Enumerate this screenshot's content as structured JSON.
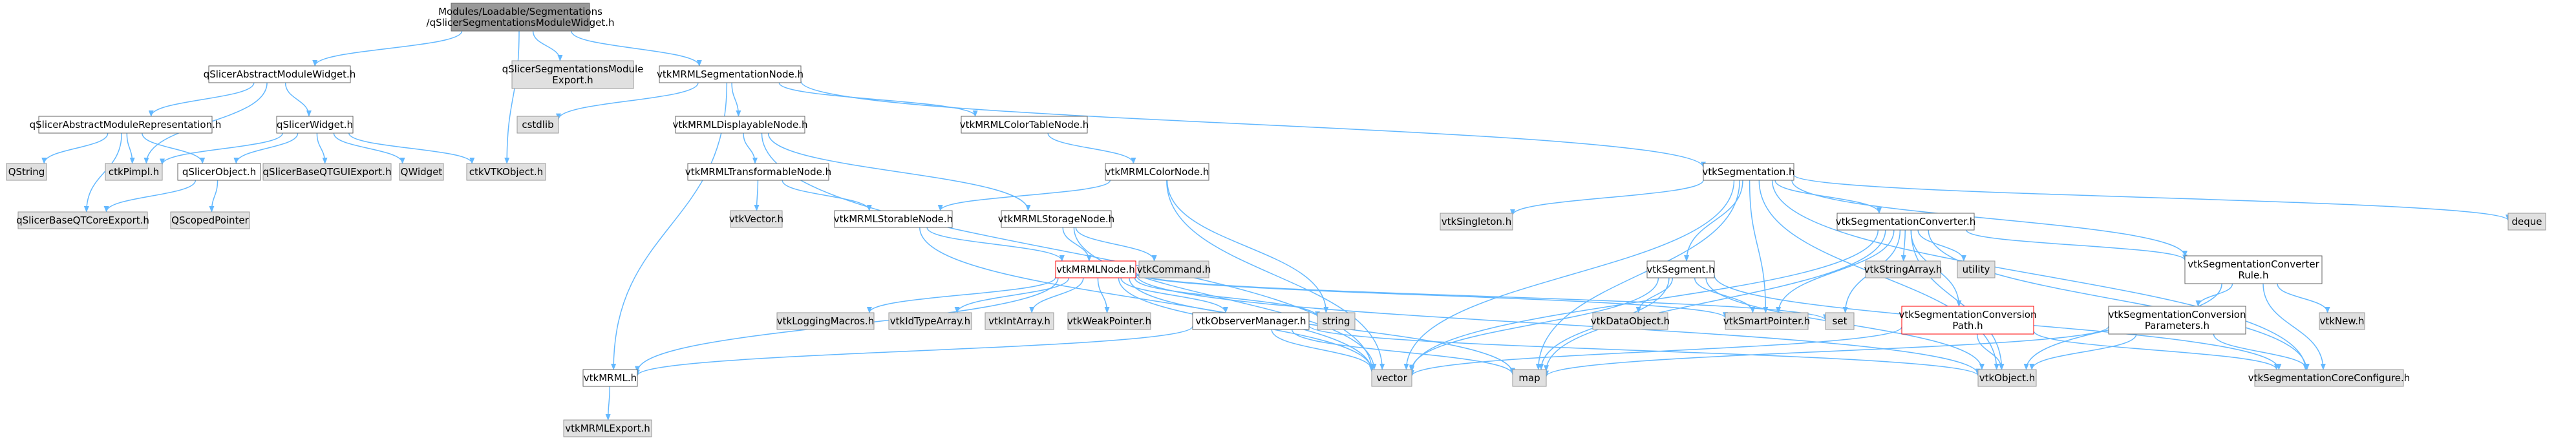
{
  "colors": {
    "root_fill": "#999999",
    "root_stroke": "#666666",
    "node_fill": "#ffffff",
    "node_stroke": "#666666",
    "ext_fill": "#e0e0e0",
    "ext_stroke": "#999999",
    "highlight_stroke": "#ff0000",
    "edge": "#63b8ff"
  },
  "nodes": [
    {
      "id": "root",
      "lines": [
        "Modules/Loadable/Segmentations",
        "/qSlicerSegmentationsModuleWidget.h"
      ],
      "style": "root"
    },
    {
      "id": "qSlicerAbstractModuleWidget",
      "lines": [
        "qSlicerAbstractModuleWidget.h"
      ],
      "style": "node"
    },
    {
      "id": "qSlicerSegmentationsModuleExport",
      "lines": [
        "qSlicerSegmentationsModule",
        "Export.h"
      ],
      "style": "ext"
    },
    {
      "id": "vtkMRMLSegmentationNode",
      "lines": [
        "vtkMRMLSegmentationNode.h"
      ],
      "style": "node"
    },
    {
      "id": "qSlicerAbstractModuleRepresentation",
      "lines": [
        "qSlicerAbstractModuleRepresentation.h"
      ],
      "style": "node"
    },
    {
      "id": "qSlicerWidget",
      "lines": [
        "qSlicerWidget.h"
      ],
      "style": "node"
    },
    {
      "id": "cstdlib",
      "lines": [
        "cstdlib"
      ],
      "style": "ext"
    },
    {
      "id": "vtkMRMLDisplayableNode",
      "lines": [
        "vtkMRMLDisplayableNode.h"
      ],
      "style": "node"
    },
    {
      "id": "vtkMRMLColorTableNode",
      "lines": [
        "vtkMRMLColorTableNode.h"
      ],
      "style": "node"
    },
    {
      "id": "vtkSegmentation",
      "lines": [
        "vtkSegmentation.h"
      ],
      "style": "node"
    },
    {
      "id": "deque",
      "lines": [
        "deque"
      ],
      "style": "ext"
    },
    {
      "id": "QString",
      "lines": [
        "QString"
      ],
      "style": "ext"
    },
    {
      "id": "ctkPimpl",
      "lines": [
        "ctkPimpl.h"
      ],
      "style": "ext"
    },
    {
      "id": "qSlicerObject",
      "lines": [
        "qSlicerObject.h"
      ],
      "style": "node"
    },
    {
      "id": "qSlicerBaseQTGUIExport",
      "lines": [
        "qSlicerBaseQTGUIExport.h"
      ],
      "style": "ext"
    },
    {
      "id": "QWidget",
      "lines": [
        "QWidget"
      ],
      "style": "ext"
    },
    {
      "id": "ctkVTKObject",
      "lines": [
        "ctkVTKObject.h"
      ],
      "style": "ext"
    },
    {
      "id": "vtkMRMLTransformableNode",
      "lines": [
        "vtkMRMLTransformableNode.h"
      ],
      "style": "node"
    },
    {
      "id": "vtkMRMLColorNode",
      "lines": [
        "vtkMRMLColorNode.h"
      ],
      "style": "node"
    },
    {
      "id": "vtkSingleton",
      "lines": [
        "vtkSingleton.h"
      ],
      "style": "ext"
    },
    {
      "id": "vtkSegmentationConverter",
      "lines": [
        "vtkSegmentationConverter.h"
      ],
      "style": "node"
    },
    {
      "id": "qSlicerBaseQTCoreExport",
      "lines": [
        "qSlicerBaseQTCoreExport.h"
      ],
      "style": "ext"
    },
    {
      "id": "QScopedPointer",
      "lines": [
        "QScopedPointer"
      ],
      "style": "ext"
    },
    {
      "id": "vtkVector",
      "lines": [
        "vtkVector.h"
      ],
      "style": "ext"
    },
    {
      "id": "vtkMRMLStorableNode",
      "lines": [
        "vtkMRMLStorableNode.h"
      ],
      "style": "node"
    },
    {
      "id": "vtkMRMLStorageNode",
      "lines": [
        "vtkMRMLStorageNode.h"
      ],
      "style": "node"
    },
    {
      "id": "vtkStringArray",
      "lines": [
        "vtkStringArray.h"
      ],
      "style": "ext"
    },
    {
      "id": "utility",
      "lines": [
        "utility"
      ],
      "style": "ext"
    },
    {
      "id": "vtkSegmentationConverterRule",
      "lines": [
        "vtkSegmentationConverter",
        "Rule.h"
      ],
      "style": "node"
    },
    {
      "id": "vtkMRMLNode",
      "lines": [
        "vtkMRMLNode.h"
      ],
      "style": "highlight"
    },
    {
      "id": "vtkCommand",
      "lines": [
        "vtkCommand.h"
      ],
      "style": "ext"
    },
    {
      "id": "vtkSegment",
      "lines": [
        "vtkSegment.h"
      ],
      "style": "node"
    },
    {
      "id": "vtkSegmentationConversionPath",
      "lines": [
        "vtkSegmentationConversion",
        "Path.h"
      ],
      "style": "highlight"
    },
    {
      "id": "vtkSegmentationConverterParameters",
      "lines": [
        "vtkSegmentationConversion",
        "Parameters.h"
      ],
      "style": "node"
    },
    {
      "id": "vtkLoggingMacros",
      "lines": [
        "vtkLoggingMacros.h"
      ],
      "style": "ext"
    },
    {
      "id": "vtkIdTypeArray",
      "lines": [
        "vtkIdTypeArray.h"
      ],
      "style": "ext"
    },
    {
      "id": "vtkIntArray",
      "lines": [
        "vtkIntArray.h"
      ],
      "style": "ext"
    },
    {
      "id": "vtkWeakPointer",
      "lines": [
        "vtkWeakPointer.h"
      ],
      "style": "ext"
    },
    {
      "id": "vtkObserverManager",
      "lines": [
        "vtkObserverManager.h"
      ],
      "style": "node"
    },
    {
      "id": "string",
      "lines": [
        "string"
      ],
      "style": "ext"
    },
    {
      "id": "vtkDataObject",
      "lines": [
        "vtkDataObject.h"
      ],
      "style": "ext"
    },
    {
      "id": "vtkSmartPointer",
      "lines": [
        "vtkSmartPointer.h"
      ],
      "style": "ext"
    },
    {
      "id": "set",
      "lines": [
        "set"
      ],
      "style": "ext"
    },
    {
      "id": "vtkNew",
      "lines": [
        "vtkNew.h"
      ],
      "style": "ext"
    },
    {
      "id": "vtkMRML",
      "lines": [
        "vtkMRML.h"
      ],
      "style": "node"
    },
    {
      "id": "vector",
      "lines": [
        "vector"
      ],
      "style": "ext"
    },
    {
      "id": "map",
      "lines": [
        "map"
      ],
      "style": "ext"
    },
    {
      "id": "vtkObject",
      "lines": [
        "vtkObject.h"
      ],
      "style": "ext"
    },
    {
      "id": "vtkSegmentationCoreConfigure",
      "lines": [
        "vtkSegmentationCoreConfigure.h"
      ],
      "style": "ext"
    },
    {
      "id": "vtkMRMLExport",
      "lines": [
        "vtkMRMLExport.h"
      ],
      "style": "ext"
    }
  ],
  "edges": [
    [
      "root",
      "qSlicerAbstractModuleWidget"
    ],
    [
      "root",
      "qSlicerSegmentationsModuleExport"
    ],
    [
      "root",
      "vtkMRMLSegmentationNode"
    ],
    [
      "root",
      "ctkVTKObject"
    ],
    [
      "qSlicerAbstractModuleWidget",
      "qSlicerAbstractModuleRepresentation"
    ],
    [
      "qSlicerAbstractModuleWidget",
      "qSlicerWidget"
    ],
    [
      "qSlicerAbstractModuleWidget",
      "ctkPimpl"
    ],
    [
      "qSlicerAbstractModuleRepresentation",
      "QString"
    ],
    [
      "qSlicerAbstractModuleRepresentation",
      "ctkPimpl"
    ],
    [
      "qSlicerAbstractModuleRepresentation",
      "qSlicerObject"
    ],
    [
      "qSlicerAbstractModuleRepresentation",
      "qSlicerBaseQTCoreExport"
    ],
    [
      "qSlicerWidget",
      "ctkPimpl"
    ],
    [
      "qSlicerWidget",
      "qSlicerObject"
    ],
    [
      "qSlicerWidget",
      "qSlicerBaseQTGUIExport"
    ],
    [
      "qSlicerWidget",
      "QWidget"
    ],
    [
      "qSlicerWidget",
      "ctkVTKObject"
    ],
    [
      "qSlicerObject",
      "qSlicerBaseQTCoreExport"
    ],
    [
      "qSlicerObject",
      "QScopedPointer"
    ],
    [
      "vtkMRMLSegmentationNode",
      "cstdlib"
    ],
    [
      "vtkMRMLSegmentationNode",
      "vtkMRMLDisplayableNode"
    ],
    [
      "vtkMRMLSegmentationNode",
      "vtkMRMLColorTableNode"
    ],
    [
      "vtkMRMLSegmentationNode",
      "vtkSegmentation"
    ],
    [
      "vtkMRMLSegmentationNode",
      "vtkMRML"
    ],
    [
      "vtkMRMLDisplayableNode",
      "vtkMRMLTransformableNode"
    ],
    [
      "vtkMRMLDisplayableNode",
      "vtkMRMLStorageNode"
    ],
    [
      "vtkMRMLDisplayableNode",
      "vector"
    ],
    [
      "vtkMRMLTransformableNode",
      "vtkVector"
    ],
    [
      "vtkMRMLTransformableNode",
      "vtkMRMLStorableNode"
    ],
    [
      "vtkMRMLColorTableNode",
      "vtkMRMLColorNode"
    ],
    [
      "vtkMRMLColorNode",
      "vtkMRMLStorableNode"
    ],
    [
      "vtkMRMLColorNode",
      "vector"
    ],
    [
      "vtkMRMLColorNode",
      "string"
    ],
    [
      "vtkMRMLStorableNode",
      "vtkMRMLNode"
    ],
    [
      "vtkMRMLStorableNode",
      "vector"
    ],
    [
      "vtkMRMLStorageNode",
      "vtkMRMLNode"
    ],
    [
      "vtkMRMLStorageNode",
      "vtkCommand"
    ],
    [
      "vtkMRMLStorageNode",
      "vector"
    ],
    [
      "vtkMRMLNode",
      "vtkMRML"
    ],
    [
      "vtkMRMLNode",
      "vtkLoggingMacros"
    ],
    [
      "vtkMRMLNode",
      "vtkIdTypeArray"
    ],
    [
      "vtkMRMLNode",
      "vtkIntArray"
    ],
    [
      "vtkMRMLNode",
      "vtkWeakPointer"
    ],
    [
      "vtkMRMLNode",
      "vtkObserverManager"
    ],
    [
      "vtkMRMLNode",
      "string"
    ],
    [
      "vtkMRMLNode",
      "map"
    ],
    [
      "vtkMRMLNode",
      "vector"
    ],
    [
      "vtkMRMLNode",
      "set"
    ],
    [
      "vtkMRMLNode",
      "vtkSmartPointer"
    ],
    [
      "vtkMRMLNode",
      "vtkObject"
    ],
    [
      "vtkObserverManager",
      "vtkMRML"
    ],
    [
      "vtkObserverManager",
      "vtkObject"
    ],
    [
      "vtkObserverManager",
      "map"
    ],
    [
      "vtkObserverManager",
      "vector"
    ],
    [
      "vtkMRML",
      "vtkMRMLExport"
    ],
    [
      "vtkSegmentation",
      "deque"
    ],
    [
      "vtkSegmentation",
      "vtkSingleton"
    ],
    [
      "vtkSegmentation",
      "vtkSegmentationConverter"
    ],
    [
      "vtkSegmentation",
      "vtkSegmentationConverterRule"
    ],
    [
      "vtkSegmentation",
      "vtkSegment"
    ],
    [
      "vtkSegmentation",
      "vtkSmartPointer"
    ],
    [
      "vtkSegmentation",
      "vector"
    ],
    [
      "vtkSegmentation",
      "map"
    ],
    [
      "vtkSegmentation",
      "vtkObject"
    ],
    [
      "vtkSegmentation",
      "vtkSegmentationCoreConfigure"
    ],
    [
      "vtkSegmentationConverter",
      "vtkStringArray"
    ],
    [
      "vtkSegmentationConverter",
      "utility"
    ],
    [
      "vtkSegmentationConverter",
      "vtkSegmentationConverterRule"
    ],
    [
      "vtkSegmentationConverter",
      "vtkSegmentationConversionPath"
    ],
    [
      "vtkSegmentationConverter",
      "set"
    ],
    [
      "vtkSegmentationConverter",
      "vtkSmartPointer"
    ],
    [
      "vtkSegmentationConverter",
      "vector"
    ],
    [
      "vtkSegmentationConverter",
      "map"
    ],
    [
      "vtkSegmentationConverter",
      "vtkObject"
    ],
    [
      "vtkSegmentationConverter",
      "vtkSegmentationCoreConfigure"
    ],
    [
      "vtkSegmentationConverterRule",
      "vtkSegmentationConverterParameters"
    ],
    [
      "vtkSegmentationConverterRule",
      "vtkNew"
    ],
    [
      "vtkSegmentationConverterRule",
      "vtkObject"
    ],
    [
      "vtkSegmentationConverterRule",
      "vtkSegmentationCoreConfigure"
    ],
    [
      "vtkSegmentationConversionPath",
      "vtkObject"
    ],
    [
      "vtkSegmentationConversionPath",
      "vector"
    ],
    [
      "vtkSegmentationConversionPath",
      "vtkSegmentationCoreConfigure"
    ],
    [
      "vtkSegmentationConverterParameters",
      "vtkObject"
    ],
    [
      "vtkSegmentationConverterParameters",
      "map"
    ],
    [
      "vtkSegmentationConverterParameters",
      "vtkSegmentationCoreConfigure"
    ],
    [
      "vtkSegment",
      "vtkDataObject"
    ],
    [
      "vtkSegment",
      "vtkSmartPointer"
    ],
    [
      "vtkSegment",
      "map"
    ],
    [
      "vtkSegment",
      "vector"
    ],
    [
      "vtkSegment",
      "vtkObject"
    ],
    [
      "vtkSegment",
      "vtkSegmentationCoreConfigure"
    ]
  ]
}
